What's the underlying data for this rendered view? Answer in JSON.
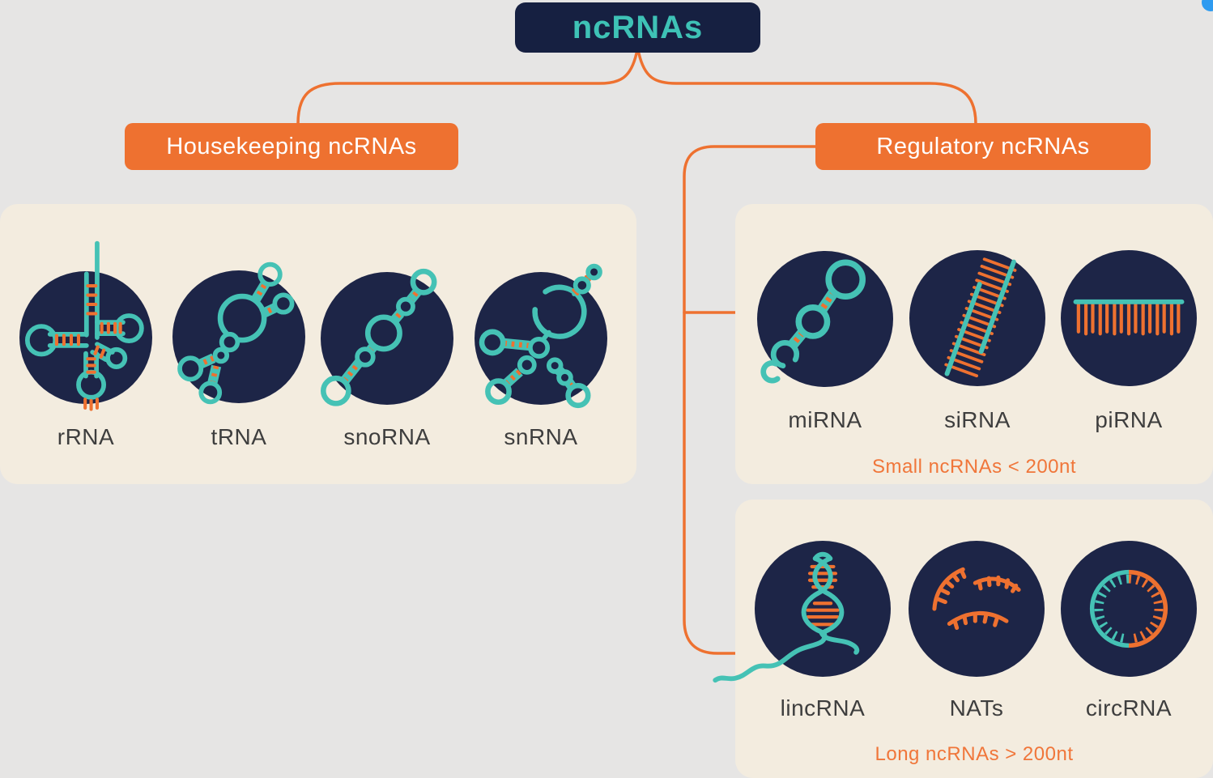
{
  "root": {
    "title": "ncRNAs"
  },
  "branches": [
    {
      "label": "Housekeeping ncRNAs"
    },
    {
      "label": "Regulatory ncRNAs"
    }
  ],
  "groups": [
    {
      "name": "housekeeping-ncRNAs",
      "items": [
        {
          "label": "rRNA",
          "icon": "rrna-structure-icon"
        },
        {
          "label": "tRNA",
          "icon": "trna-structure-icon"
        },
        {
          "label": "snoRNA",
          "icon": "snorna-structure-icon"
        },
        {
          "label": "snRNA",
          "icon": "snrna-structure-icon"
        }
      ]
    },
    {
      "name": "small-regulatory-ncRNAs",
      "caption": "Small ncRNAs < 200nt",
      "items": [
        {
          "label": "miRNA",
          "icon": "mirna-structure-icon"
        },
        {
          "label": "siRNA",
          "icon": "sirna-structure-icon"
        },
        {
          "label": "piRNA",
          "icon": "pirna-structure-icon"
        }
      ]
    },
    {
      "name": "long-regulatory-ncRNAs",
      "caption": "Long ncRNAs > 200nt",
      "items": [
        {
          "label": "lincRNA",
          "icon": "lincrna-structure-icon"
        },
        {
          "label": "NATs",
          "icon": "nats-structure-icon"
        },
        {
          "label": "circRNA",
          "icon": "circrna-structure-icon"
        }
      ]
    }
  ],
  "colors": {
    "teal": "#45c2b5",
    "orange": "#ee7130",
    "caption_orange": "#f0763a",
    "navy_box": "#162041",
    "navy_circle": "#1d2547",
    "panel": "#f3ecdf",
    "background": "#e6e5e4",
    "label_text": "#3e3e3e",
    "blue_dot": "#2e9bf0"
  }
}
